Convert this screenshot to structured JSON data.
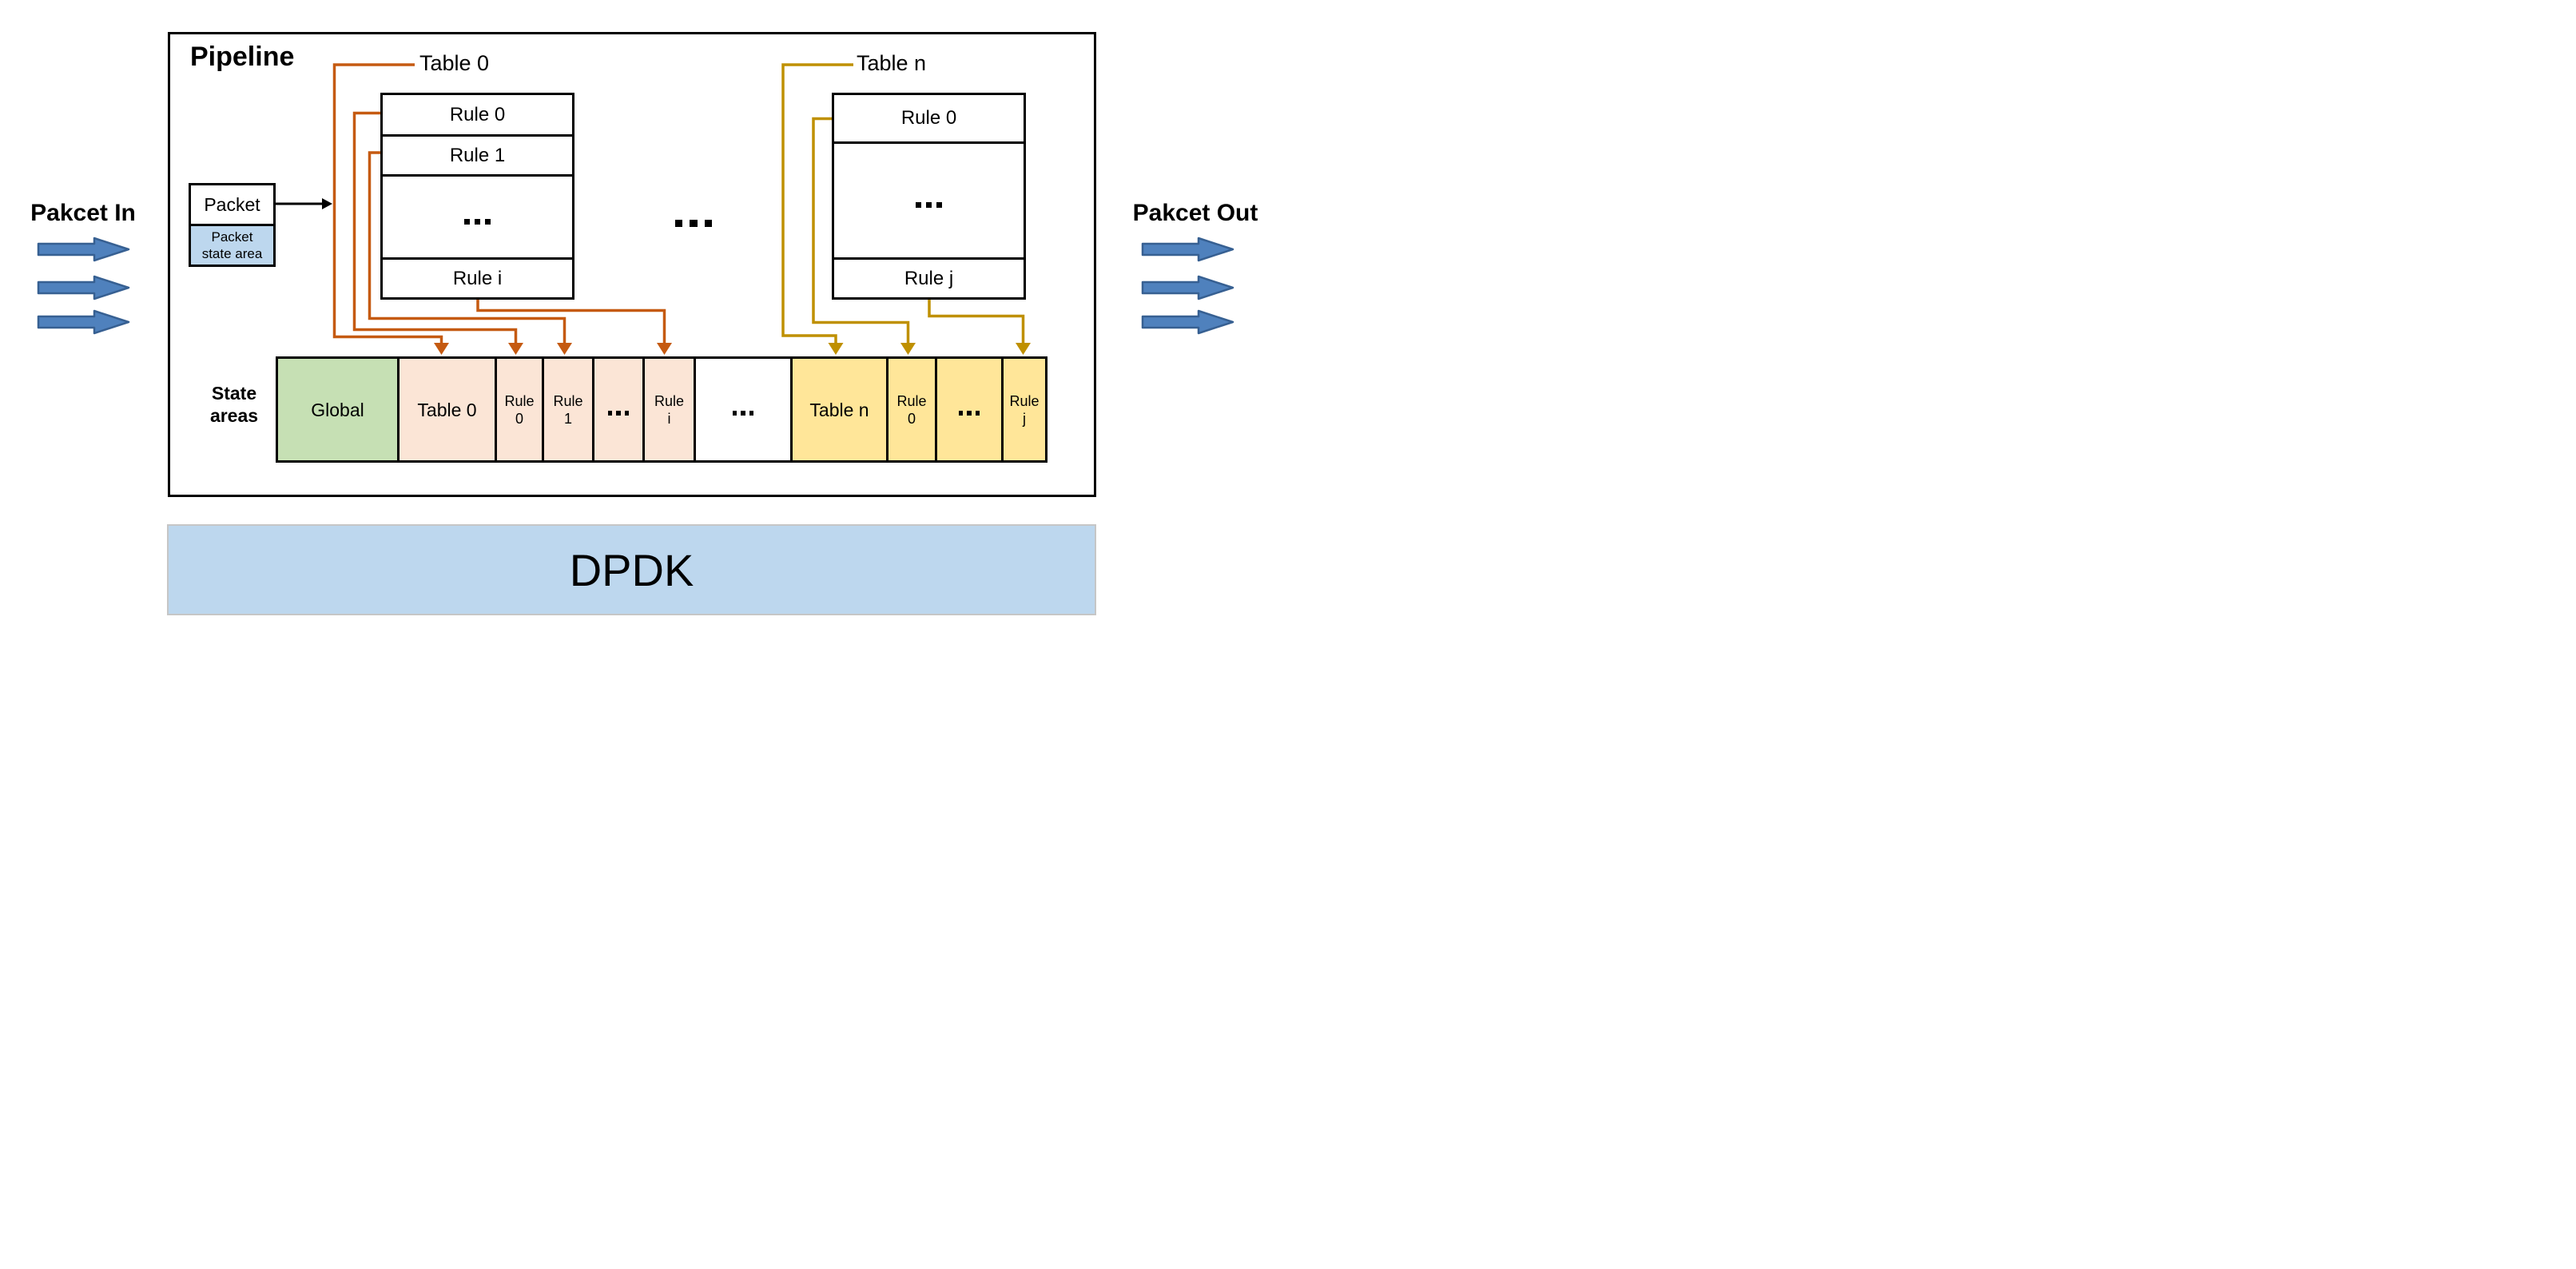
{
  "pipeline": {
    "title": "Pipeline"
  },
  "flow": {
    "in_label": "Pakcet In",
    "out_label": "Pakcet Out"
  },
  "packet": {
    "title": "Packet",
    "state_line1": "Packet",
    "state_line2": "state area"
  },
  "tables": [
    {
      "label": "Table 0",
      "rows": [
        "Rule 0",
        "Rule 1",
        "...",
        "Rule i"
      ]
    },
    {
      "label": "Table n",
      "rows": [
        "Rule 0",
        "...",
        "Rule j"
      ]
    }
  ],
  "between_tables_ellipsis": "...",
  "state_areas": {
    "label_line1": "State",
    "label_line2": "areas",
    "cells": [
      {
        "label": "Global"
      },
      {
        "label": "Table 0"
      },
      {
        "line1": "Rule",
        "line2": "0"
      },
      {
        "line1": "Rule",
        "line2": "1"
      },
      {
        "label": "..."
      },
      {
        "line1": "Rule",
        "line2": "i"
      },
      {
        "label": "..."
      },
      {
        "label": "Table n"
      },
      {
        "line1": "Rule",
        "line2": "0"
      },
      {
        "label": "..."
      },
      {
        "line1": "Rule",
        "line2": "j"
      }
    ]
  },
  "dpdk": {
    "label": "DPDK"
  },
  "colors": {
    "orange_accent": "#C55A11",
    "gold_accent": "#BF9000",
    "global_fill": "#C6E0B4",
    "table0_fill": "#FBE5D6",
    "tablen_fill": "#FFE699",
    "packet_state_fill": "#BDD7EE",
    "dpdk_fill": "#BDD7EE",
    "flow_arrow_fill": "#4F81BD",
    "flow_arrow_stroke": "#376092"
  }
}
